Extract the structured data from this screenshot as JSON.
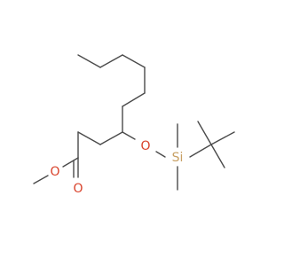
{
  "molecule": {
    "atoms": {
      "ester_oxygen": {
        "label": "O",
        "color": "#d9422b"
      },
      "carbonyl_oxygen": {
        "label": "O",
        "color": "#d9422b"
      },
      "ether_oxygen": {
        "label": "O",
        "color": "#d9422b"
      },
      "silicon": {
        "label": "Si",
        "color": "#c8a064"
      }
    },
    "bond_color": "#4a4a4a"
  }
}
